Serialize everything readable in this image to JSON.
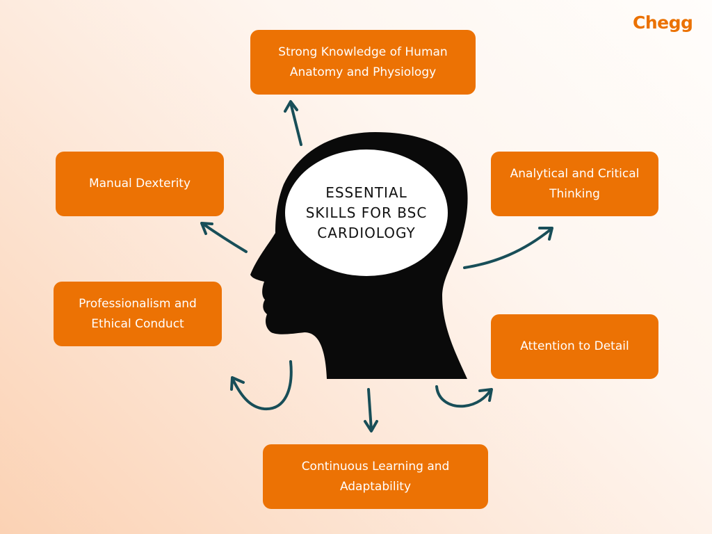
{
  "brand": {
    "logo_text": "Chegg",
    "accent_color": "#ec7204",
    "arrow_color": "#184e58"
  },
  "center": {
    "label": "ESSENTIAL\nSKILLS  FOR BSC\nCARDIOLOGY"
  },
  "skills": {
    "anatomy": "Strong Knowledge of Human\nAnatomy and Physiology",
    "manual": "Manual Dexterity",
    "analytical": "Analytical and Critical\nThinking",
    "professionalism": "Professionalism and\nEthical Conduct",
    "attention": "Attention to Detail",
    "learning": "Continuous Learning and\nAdaptability"
  }
}
